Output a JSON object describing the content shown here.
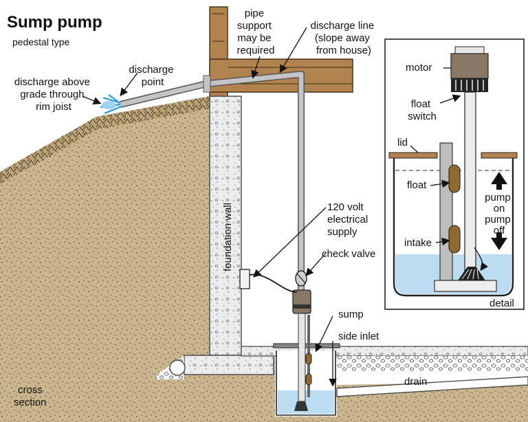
{
  "title": "Sump pump",
  "subtitle": "pedestal type",
  "labels": {
    "discharge_above": [
      "discharge above",
      "grade through",
      "rim joist"
    ],
    "discharge_point": [
      "discharge",
      "point"
    ],
    "pipe_support": [
      "pipe",
      "support",
      "may be",
      "required"
    ],
    "discharge_line": [
      "discharge line",
      "(slope away",
      "from house)"
    ],
    "foundation_wall": "foundation wall",
    "electrical": [
      "120 volt",
      "electrical",
      "supply"
    ],
    "check_valve": "check valve",
    "sump": "sump",
    "side_inlet": "side inlet",
    "drain": "drain",
    "cross_section": [
      "cross",
      "section"
    ]
  },
  "detail": {
    "motor": "motor",
    "float_switch": [
      "float",
      "switch"
    ],
    "lid": "lid",
    "float": "float",
    "pump_on": [
      "pump",
      "on"
    ],
    "pump_off": [
      "pump",
      "off"
    ],
    "intake": "intake",
    "detail": "detail"
  },
  "colors": {
    "soil": "#c9b58e",
    "concrete": "#ececec",
    "wood": "#b3834f",
    "pipe": "#bdbdbd",
    "water": "#bcdcf1",
    "motor": "#8a7866",
    "float": "#8e6a31"
  }
}
